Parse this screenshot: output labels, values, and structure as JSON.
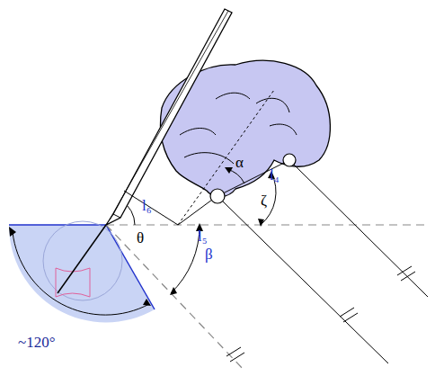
{
  "diagram": {
    "labels": [
      "~120°",
      "θ",
      "β",
      "α",
      "ζ",
      "l₄",
      "l₅",
      "l₆"
    ]
  }
}
